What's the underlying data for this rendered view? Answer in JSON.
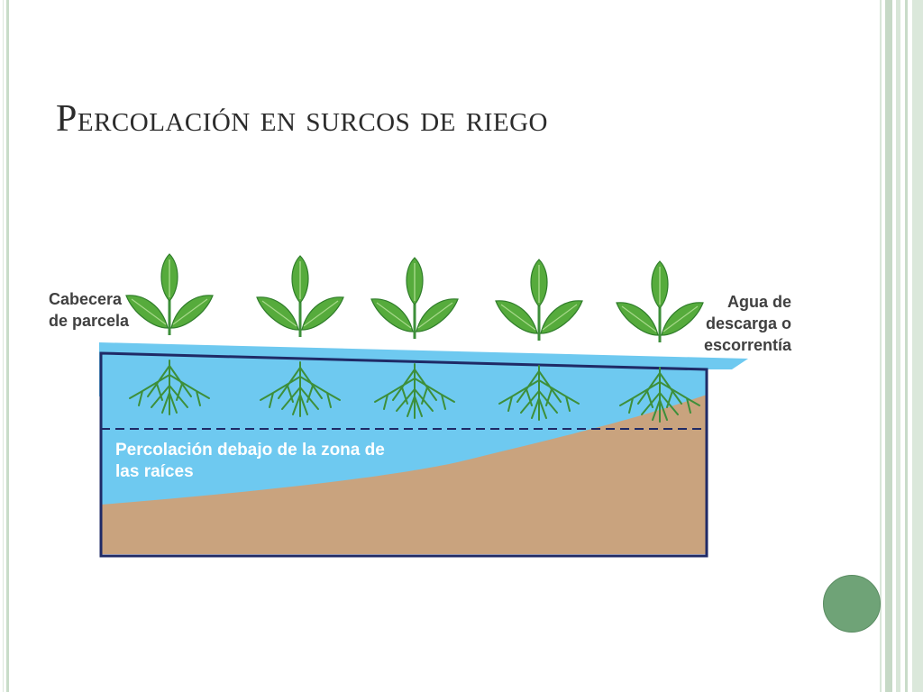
{
  "slide": {
    "title": "Percolación en surcos de riego"
  },
  "diagram": {
    "labels": {
      "head_line1": "Cabecera",
      "head_line2": "de parcela",
      "outflow_line1": "Agua de",
      "outflow_line2": "descarga o",
      "outflow_line3": "escorrentía",
      "percolation_line1": "Percolación debajo de la zona de",
      "percolation_line2": "las raíces"
    },
    "plants": 5,
    "colors": {
      "water": "#6ec9f0",
      "soil": "#c9a37e",
      "outline": "#1f2a66",
      "leaf": "#56ab3c",
      "leaf_dark": "#2f7d2a",
      "root": "#3d8f3a"
    }
  },
  "decor": {
    "icons": [
      "circle-icon"
    ],
    "accent": "#6fa377",
    "frame": "#c9dcc9"
  }
}
